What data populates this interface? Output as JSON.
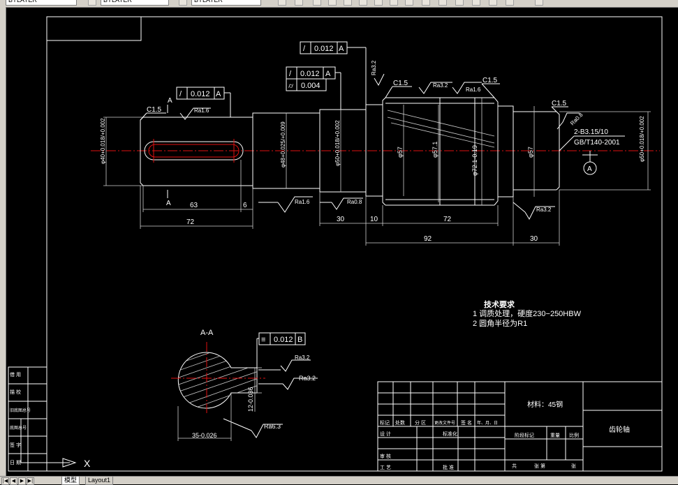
{
  "toolbar": {
    "layer_value": "BYLAYER",
    "linetype_value": "BYLAYER",
    "lineweight_value": "BYLAYER"
  },
  "tabs": [
    "模型",
    "Layout1"
  ],
  "drawing": {
    "section_label": "A-A",
    "datum_labels": [
      "A",
      "A",
      "A"
    ],
    "chamfers": [
      "C1.5",
      "C1.5",
      "C1.5",
      "C1.5"
    ],
    "roughness": [
      "Ra1.6",
      "Ra3.2",
      "Ra3.2",
      "Ra1.6",
      "Ra1.6",
      "Ra0.8",
      "Ra0.8",
      "Ra3.2",
      "Ra3.2",
      "Ra3.2",
      "Ra6.3"
    ],
    "tolerance_frames": [
      {
        "symbol": "/",
        "value": "0.012",
        "datum": "A"
      },
      {
        "symbol": "/",
        "value": "0.012",
        "datum": "A"
      },
      {
        "symbol": "/",
        "value": "0.012",
        "datum": "A"
      },
      {
        "symbol": "⌭",
        "value": "0.004",
        "datum": ""
      },
      {
        "symbol": "≡",
        "value": "0.012",
        "datum": "B"
      }
    ],
    "linear_dims": [
      "63",
      "6",
      "72",
      "30",
      "10",
      "72",
      "92",
      "30"
    ],
    "diameter_dims": [
      "φ40+0.018/+0.002",
      "φ48+0.025/+0.009",
      "φ50+0.018/+0.002",
      "φ57",
      "φ57.1",
      "φ72.1-0.19",
      "φ57",
      "φ50+0.018/+0.002"
    ],
    "center_hole": [
      "2-B3.15/10",
      "GB/T140-2001"
    ],
    "section_dims": [
      "35-0.026",
      "12-0.036"
    ],
    "tech_req": {
      "title": "技术要求",
      "items": [
        "1  调质处理，硬度230−250HBW",
        "2  圆角半径为R1"
      ]
    },
    "title_block": {
      "material": "材料：45钢",
      "part_name": "齿轮轴",
      "cells": [
        "标记",
        "处数",
        "分 区",
        "更改文件号",
        "签 名",
        "年、月、日",
        "设 计",
        "标准化",
        "审 核",
        "工 艺",
        "批 准",
        "阶段标记",
        "重量",
        "比例",
        "共",
        "张 第",
        "张"
      ]
    },
    "side_labels": [
      "借 用",
      "描 校",
      "旧底图总号",
      "底图总号",
      "签 字",
      "日 期"
    ],
    "ucs_x_label": "X"
  }
}
